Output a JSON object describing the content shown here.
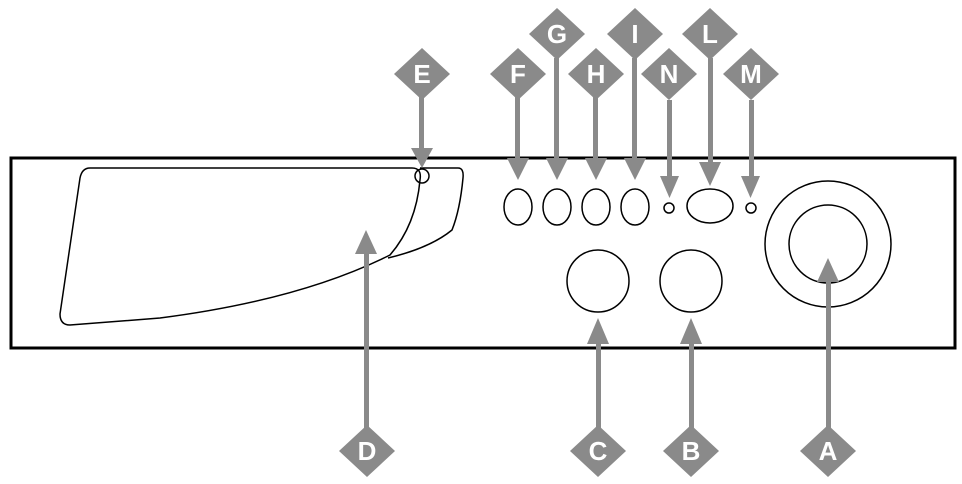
{
  "colors": {
    "callout": "#8a8a8a",
    "callout_text": "#ffffff",
    "outline": "#000000",
    "background": "#ffffff"
  },
  "callouts": {
    "a": "A",
    "b": "B",
    "c": "C",
    "d": "D",
    "e": "E",
    "f": "F",
    "g": "G",
    "h": "H",
    "i": "I",
    "l": "L",
    "m": "M",
    "n": "N"
  }
}
